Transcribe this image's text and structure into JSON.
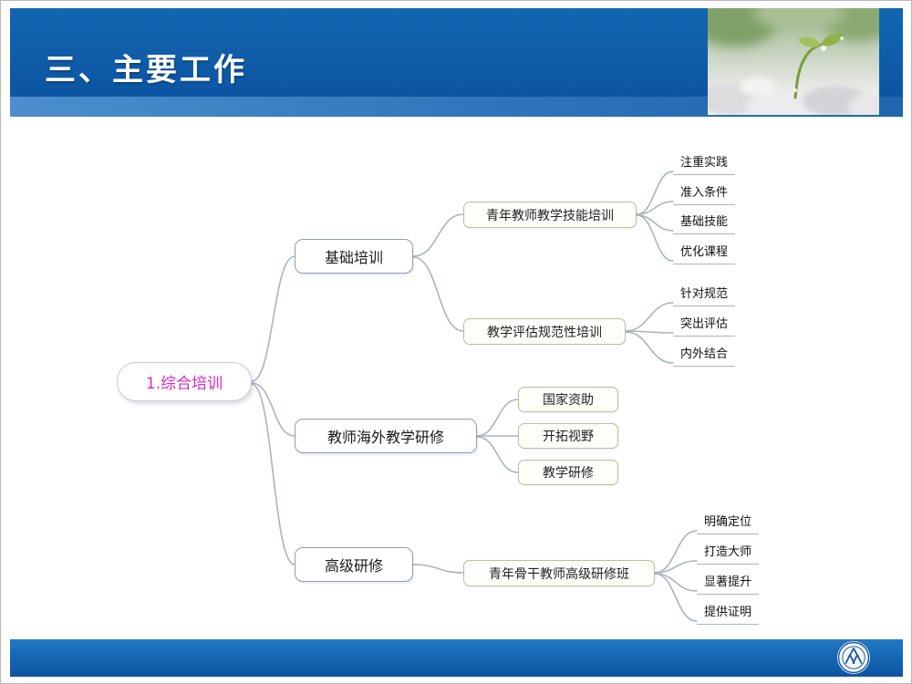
{
  "slide": {
    "title": "三、主要工作"
  },
  "mindmap": {
    "root": "1.综合培训",
    "branches": [
      {
        "label": "基础培训",
        "children": [
          {
            "label": "青年教师教学技能培训",
            "leaves": [
              "注重实践",
              "准入条件",
              "基础技能",
              "优化课程"
            ]
          },
          {
            "label": "教学评估规范性培训",
            "leaves": [
              "针对规范",
              "突出评估",
              "内外结合"
            ]
          }
        ]
      },
      {
        "label": "教师海外教学研修",
        "children": [
          {
            "label": "国家资助"
          },
          {
            "label": "开拓视野"
          },
          {
            "label": "教学研修"
          }
        ]
      },
      {
        "label": "高级研修",
        "children": [
          {
            "label": "青年骨干教师高级研修班",
            "leaves": [
              "明确定位",
              "打造大师",
              "显著提升",
              "提供证明"
            ]
          }
        ]
      }
    ]
  },
  "icons": {
    "header_photo": "seedling-macro-photo",
    "footer_logo": "university-seal"
  },
  "colors": {
    "header_blue": "#1266b1",
    "footer_blue": "#1668b4",
    "accent_magenta": "#d929c4",
    "edge_gray": "#a9b4bf"
  }
}
